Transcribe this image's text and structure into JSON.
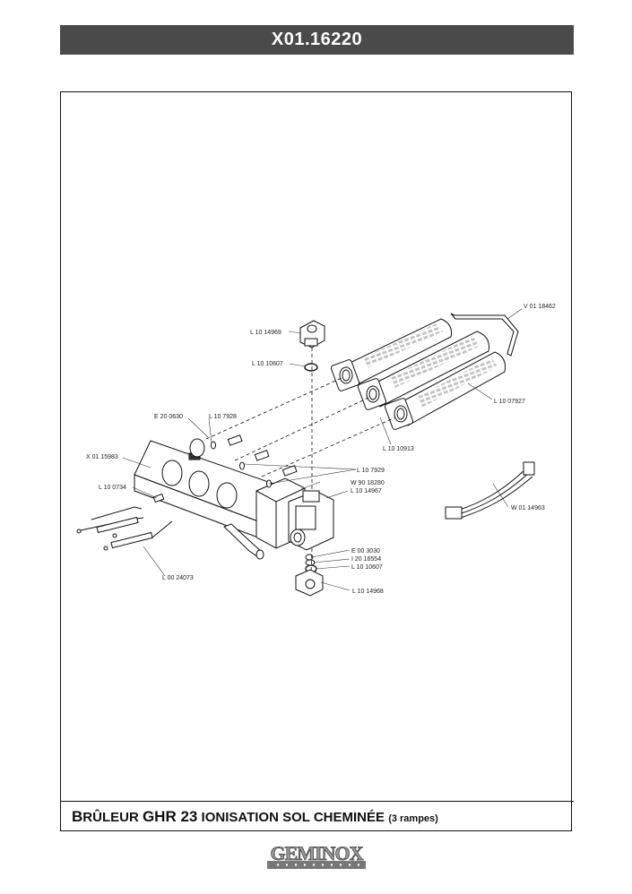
{
  "header": {
    "title": "X01.16220"
  },
  "caption": {
    "lead_big": "B",
    "lead_rest": "RÛLEUR",
    "model": "GHR 23",
    "rest": "IONISATION SOL CHEMINÉE",
    "note": "(3 rampes)"
  },
  "brand": {
    "logo_text": "GEMINOX"
  },
  "parts": [
    {
      "ref": "V 01 18462"
    },
    {
      "ref": "L 10 14969"
    },
    {
      "ref": "L 10 10607"
    },
    {
      "ref": "E 20 0630"
    },
    {
      "ref": "L 10 7928"
    },
    {
      "ref": "L 10 07927"
    },
    {
      "ref": "X 01 15983"
    },
    {
      "ref": "L 10 10913"
    },
    {
      "ref": "L 10 7929"
    },
    {
      "ref": "W 90 18280"
    },
    {
      "ref": "L 10 0734"
    },
    {
      "ref": "L 10 14967"
    },
    {
      "ref": "W 01 14963"
    },
    {
      "ref": "E 00 3030"
    },
    {
      "ref": "I 20 16554"
    },
    {
      "ref": "L 10 10607"
    },
    {
      "ref": "L 00 24073"
    },
    {
      "ref": "L 10 14968"
    }
  ],
  "colors": {
    "header_bg": "#4a4a4a",
    "line": "#111111",
    "burner_hatch": "#bdbdbd"
  }
}
